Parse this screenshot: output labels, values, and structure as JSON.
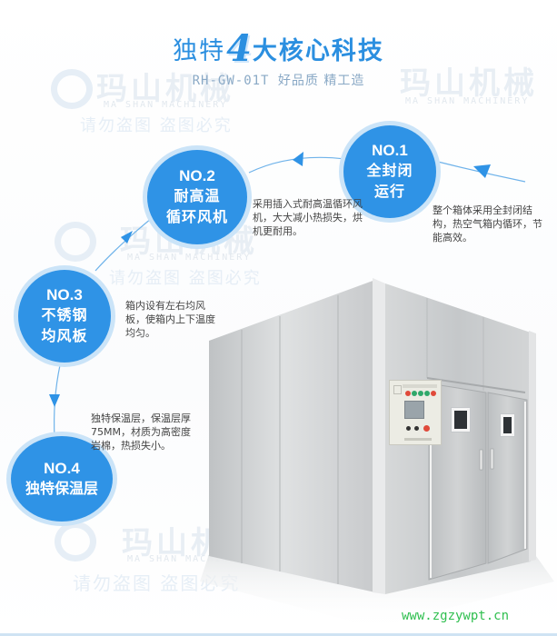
{
  "header": {
    "title_prefix": "独特",
    "title_number": "4",
    "title_suffix": "大核心科技",
    "subtitle_model": "RH-GW-01T",
    "subtitle_slogan": "好品质 精工造"
  },
  "watermark": {
    "brand_cn": "玛山机械",
    "brand_en": "MA SHAN MACHINERY",
    "warning": "请勿盗图 盗图必究"
  },
  "features": [
    {
      "number": "NO.1",
      "title_lines": [
        "全封闭",
        "运行"
      ],
      "description": "整个箱体采用全封闭结构，热空气箱内循环，节能高效。"
    },
    {
      "number": "NO.2",
      "title_lines": [
        "耐高温",
        "循环风机"
      ],
      "description": "采用插入式耐高温循环风机，大大减小热损失，烘机更耐用。"
    },
    {
      "number": "NO.3",
      "title_lines": [
        "不锈钢",
        "均风板"
      ],
      "description": "箱内设有左右均风板，使箱内上下温度均匀。"
    },
    {
      "number": "NO.4",
      "title_lines": [
        "独特保温层"
      ],
      "description": "独特保温层，保温层厚75MM，材质为高密度岩棉，热损失小。"
    }
  ],
  "colors": {
    "accent_blue": "#2f93e6",
    "title_blue": "#2b8fe0",
    "subtitle_gray_blue": "#8aa9c6",
    "url_green": "#2fbf4f",
    "steel": "#c9ccce"
  },
  "footer": {
    "url": "www.zgzywpt.cn"
  }
}
